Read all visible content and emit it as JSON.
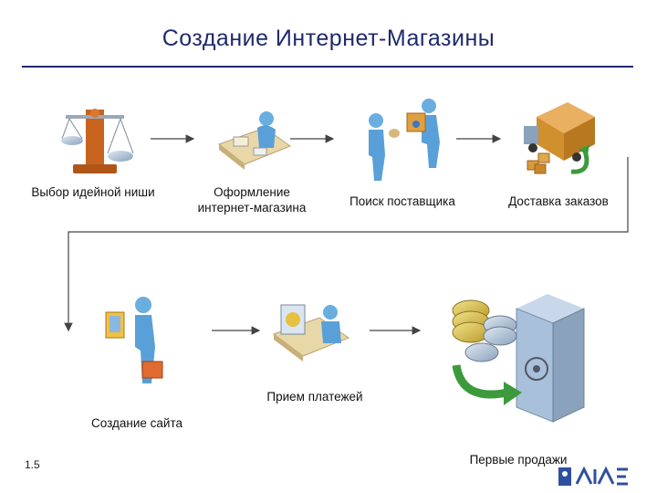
{
  "title": "Создание Интернет-Магазины",
  "steps": [
    {
      "label": "Выбор идейной ниши"
    },
    {
      "label": "Оформление интернет-магазина"
    },
    {
      "label": "Поиск поставщика"
    },
    {
      "label": "Доставка заказов"
    },
    {
      "label": "Создание сайта"
    },
    {
      "label": "Прием платежей"
    },
    {
      "label": "Первые продажи"
    }
  ],
  "page_number": "1.5",
  "colors": {
    "title": "#1f2a6b",
    "arrow": "#444444",
    "person": "#5aa0d8",
    "accent_green": "#3c9a3c"
  },
  "icons": [
    "scales-icon",
    "designer-desk-icon",
    "supplier-handshake-icon",
    "delivery-truck-icon",
    "website-builder-icon",
    "payment-desk-icon",
    "coins-safe-icon",
    "university-logo-icon"
  ]
}
